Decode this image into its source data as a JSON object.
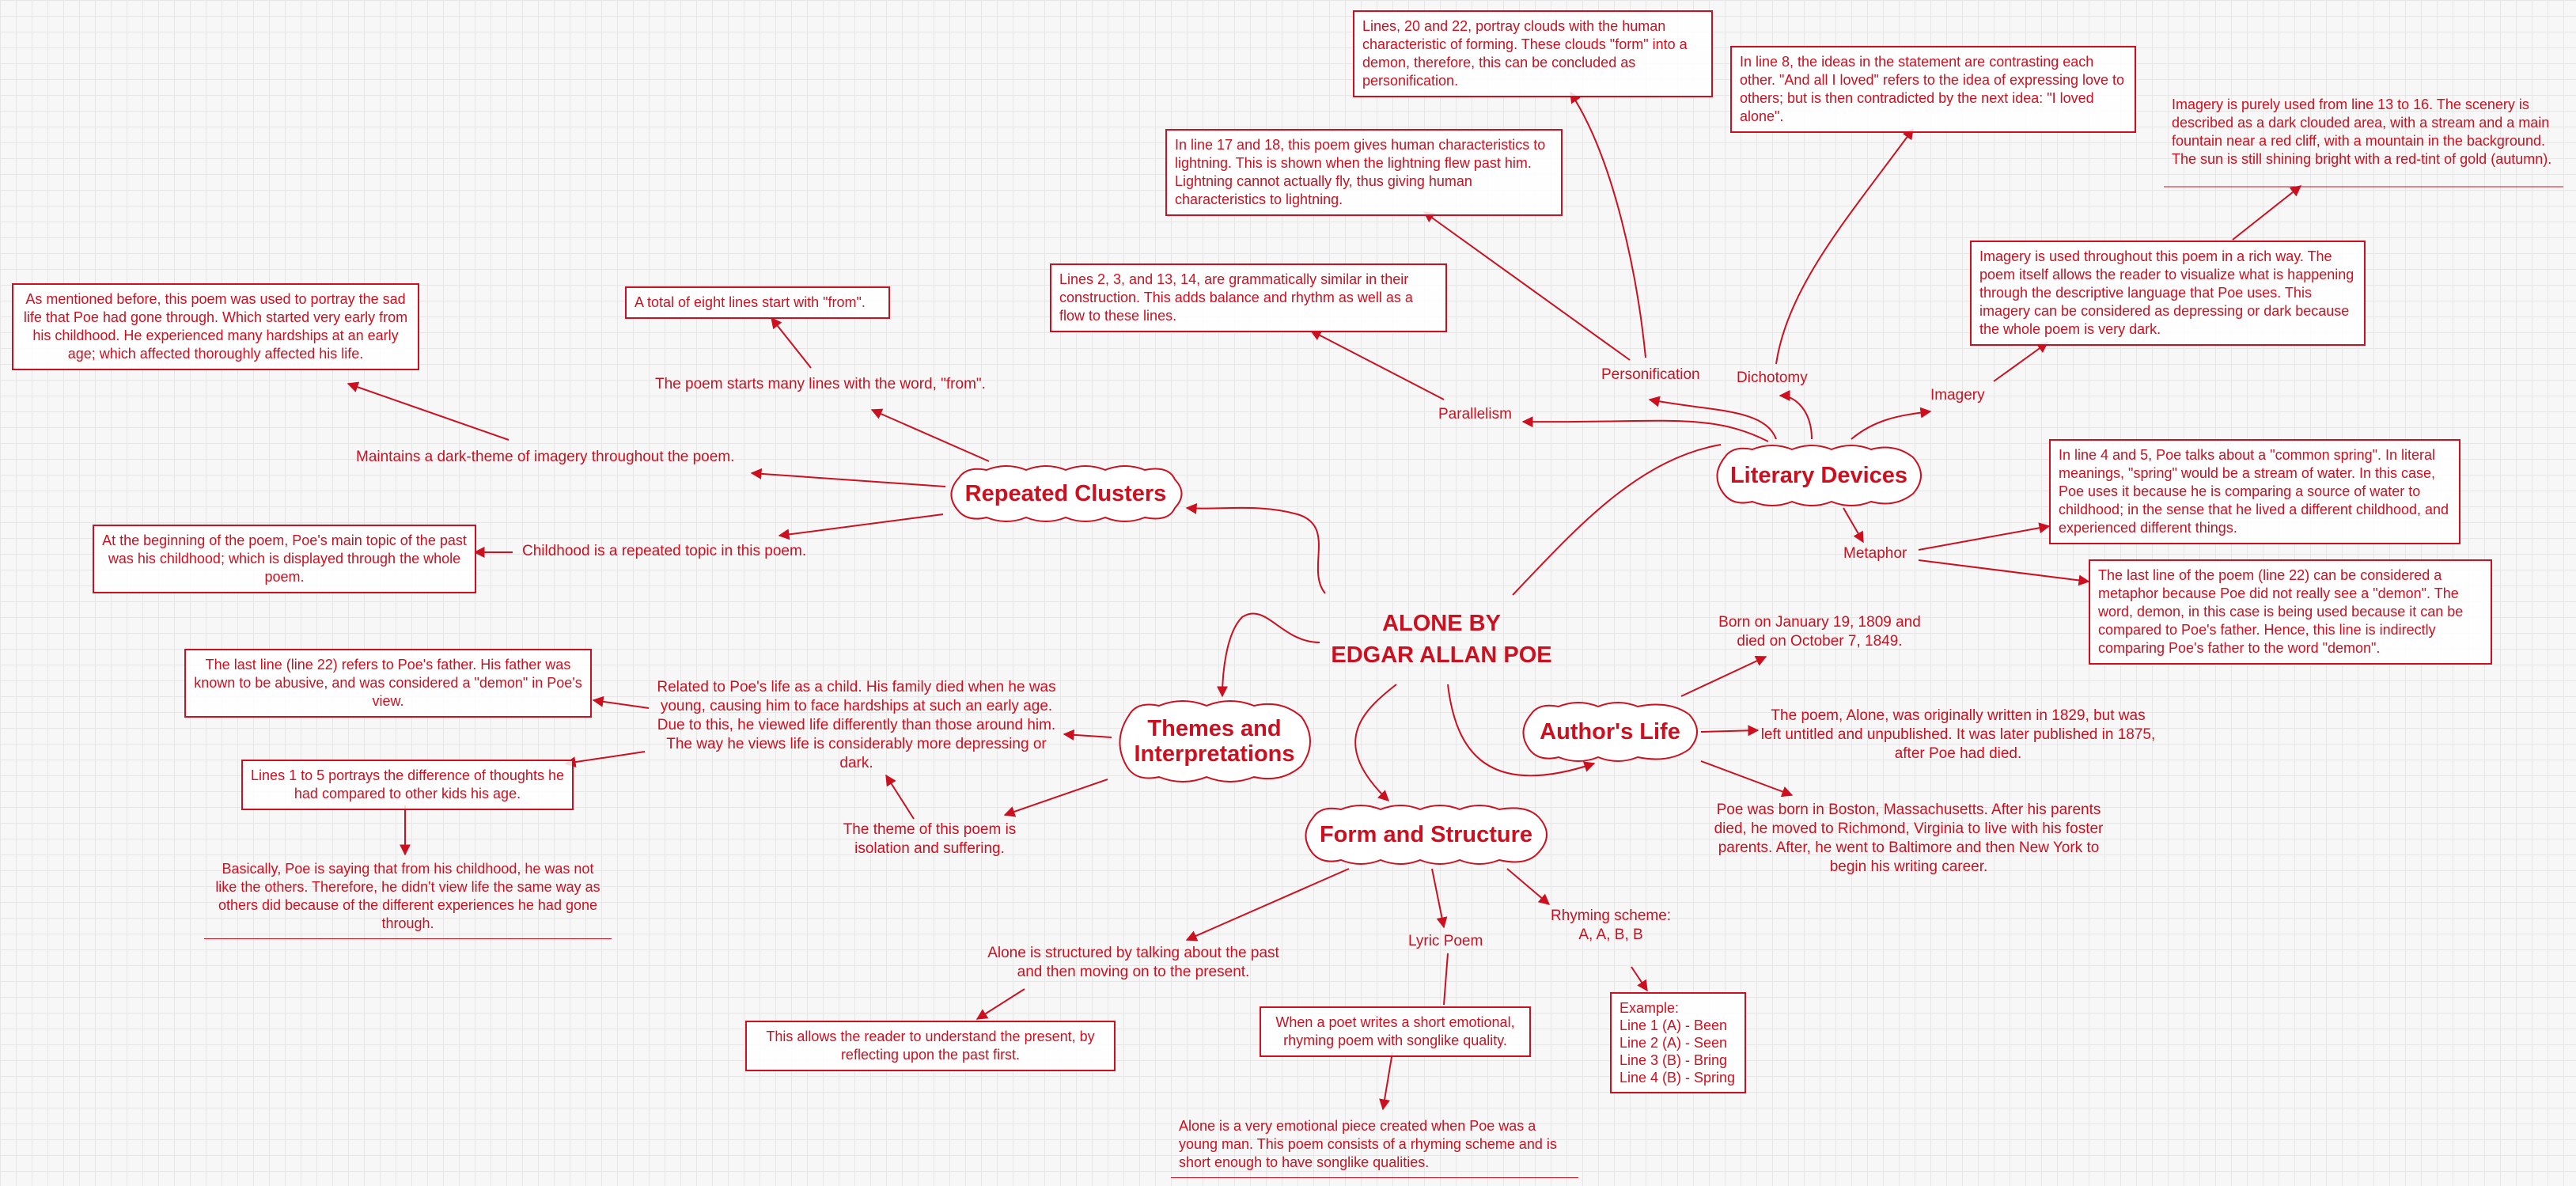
{
  "central": {
    "line1": "ALONE BY",
    "line2": "EDGAR ALLAN POE"
  },
  "topics": {
    "repeated_clusters": "Repeated Clusters",
    "literary_devices": "Literary Devices",
    "themes": {
      "line1": "Themes and",
      "line2": "Interpretations"
    },
    "authors_life": "Author's Life",
    "form_structure": "Form and Structure"
  },
  "repeated": {
    "from_label": "The poem starts many lines with the word, \"from\".",
    "from_note": "A total of eight lines start with \"from\".",
    "dark_label": "Maintains a dark-theme of imagery throughout the poem.",
    "dark_note": "As mentioned before, this poem was used to portray the sad life that Poe had gone through. Which started very early from his childhood. He experienced many hardships at an early age; which affected thoroughly affected his life.",
    "childhood_label": "Childhood is a repeated topic in this poem.",
    "childhood_note": "At the beginning of the poem, Poe's main topic of the past was his childhood; which is displayed through the whole poem."
  },
  "literary": {
    "personification_label": "Personification",
    "personification_note1": "Lines, 20 and 22, portray clouds with the human characteristic of forming. These clouds \"form\" into a demon, therefore, this can be concluded as personification.",
    "personification_note2": "In line 17 and 18, this poem gives human characteristics to lightning. This is shown when the lightning flew past him. Lightning cannot actually fly, thus giving human characteristics to lightning.",
    "dichotomy_label": "Dichotomy",
    "dichotomy_note": "In line 8, the ideas in the statement are contrasting each other. \"And all I loved\" refers to the idea of expressing love to others; but is then contradicted by the next idea: \"I loved alone\".",
    "parallelism_label": "Parallelism",
    "parallelism_note": "Lines 2, 3, and 13, 14, are grammatically similar in their construction. This adds balance and rhythm as well as a flow to these lines.",
    "imagery_label": "Imagery",
    "imagery_note1": "Imagery is used throughout this poem in a rich way. The poem itself allows the reader to visualize what is happening through the descriptive language that Poe uses. This imagery can be considered as depressing or dark because the whole poem is very dark.",
    "imagery_note2": "Imagery is purely used from line 13 to 16. The scenery is described as a dark clouded area, with a stream and a main fountain near a red cliff, with a mountain in the background. The sun is still shining bright with a red-tint of gold (autumn).",
    "metaphor_label": "Metaphor",
    "metaphor_note1": "In line 4 and 5, Poe talks about a \"common spring\". In literal meanings, \"spring\" would be a stream of water. In this case, Poe uses it because he is comparing a source of water to childhood; in the sense that he lived a different childhood, and experienced different things.",
    "metaphor_note2": "The last line of the poem (line 22) can be considered a metaphor because Poe did not really see a \"demon\". The word, demon, in this case is being used because it can be compared to Poe's father. Hence, this line is indirectly comparing Poe's father to the word \"demon\"."
  },
  "themes_branch": {
    "related_label": "Related to Poe's life as a child. His family died when he was young, causing him to face hardships at such an early age. Due to this, he viewed life differently than those around him. The way he views life is considerably more depressing or dark.",
    "father_note": "The last line (line 22) refers to Poe's father. His father was known to be abusive, and was considered a \"demon\" in Poe's view.",
    "lines_note": "Lines 1 to 5 portrays the difference of thoughts he had compared to other kids his age.",
    "basically_note": "Basically, Poe is saying that from his childhood, he was not like the others. Therefore, he didn't view life the same way as others did because of the different experiences he had gone through.",
    "theme_label": "The theme of this poem is isolation and suffering."
  },
  "author": {
    "born_label": "Born on January 19, 1809 and died on October 7, 1849.",
    "written_label": "The poem, Alone, was originally written in 1829, but was left untitled and unpublished. It was later published in 1875, after Poe had died.",
    "boston_label": "Poe was born in Boston, Massachusetts. After his parents died, he moved to Richmond, Virginia to live with his foster parents. After, he went to Baltimore and then New York to begin his writing career."
  },
  "form": {
    "structure_label": "Alone is structured by talking about the past and then moving on to the present.",
    "structure_note": "This allows the reader to understand the present, by reflecting upon the past first.",
    "lyric_label": "Lyric Poem",
    "lyric_note": "When a poet writes a short emotional, rhyming poem with songlike quality.",
    "lyric_note2": "Alone is a very emotional piece created when Poe was a young man. This poem consists of a rhyming scheme and is short enough to have songlike qualities.",
    "rhyme_label1": "Rhyming scheme:",
    "rhyme_label2": "A, A, B, B",
    "example_title": "Example:",
    "example_lines": [
      "Line 1 (A) - Been",
      "Line 2 (A) - Seen",
      "Line 3 (B) - Bring",
      "Line 4 (B) - Spring"
    ]
  },
  "colors": {
    "accent": "#cc1020",
    "background": "#f7f7f7",
    "grid": "#e6e6e6"
  }
}
